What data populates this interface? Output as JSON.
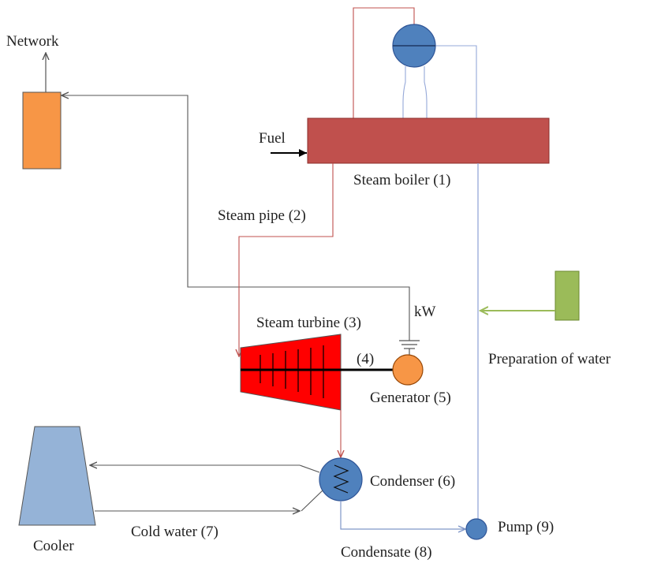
{
  "labels": {
    "network": "Network",
    "fuel": "Fuel",
    "steam_boiler": "Steam boiler (1)",
    "steam_pipe": "Steam pipe (2)",
    "kw": "kW",
    "steam_turbine": "Steam turbine (3)",
    "shaft": "(4)",
    "generator": "Generator (5)",
    "preparation_of_water": "Preparation of water",
    "condenser": "Condenser (6)",
    "cold_water": "Cold water (7)",
    "pump": "Pump (9)",
    "cooler": "Cooler",
    "condensate": "Condensate (8)"
  },
  "colors": {
    "network_box": "#F79646",
    "boiler": "#C0504D",
    "steam_line": "#C0504D",
    "turbine": "#FF0000",
    "generator": "#F79646",
    "water_prep": "#9BBB59",
    "water_line": "#95A8D8",
    "drum": "#4F81BD",
    "condenser": "#4F81BD",
    "pump": "#4F81BD",
    "cooler": "#95B3D7",
    "signal_line": "#555555"
  }
}
